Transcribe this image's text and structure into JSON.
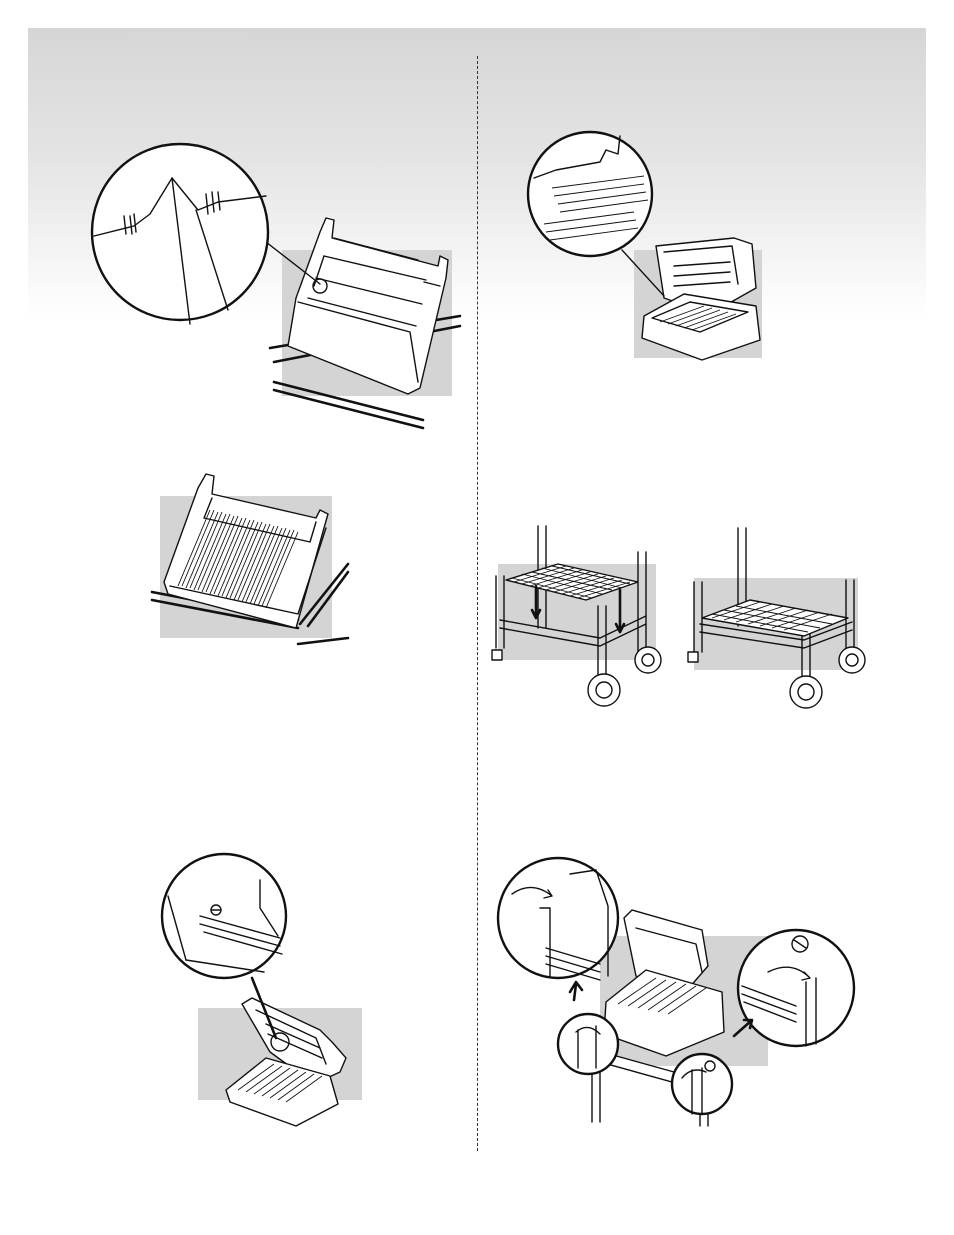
{
  "page": {
    "title": "",
    "caption": ""
  },
  "illustrations": [
    {
      "id": "step-a",
      "icon": "burner-box-detail-icon"
    },
    {
      "id": "step-b",
      "icon": "flavorizer-bars-icon"
    },
    {
      "id": "step-c",
      "icon": "lid-hinge-detail-icon"
    },
    {
      "id": "step-d",
      "icon": "cooking-grate-icon"
    },
    {
      "id": "step-e",
      "icon": "bottom-shelf-icon"
    },
    {
      "id": "step-f",
      "icon": "tool-holder-icon"
    }
  ]
}
